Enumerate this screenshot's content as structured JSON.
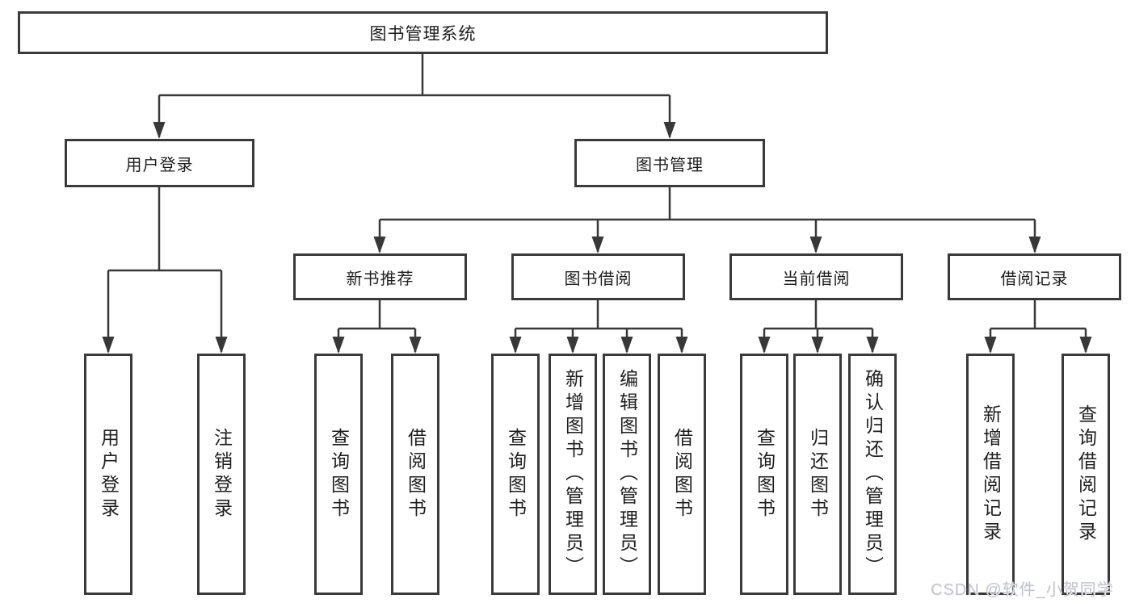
{
  "diagram": {
    "root": {
      "label": "图书管理系统"
    },
    "level2": [
      {
        "label": "用户登录"
      },
      {
        "label": "图书管理"
      }
    ],
    "level3": [
      {
        "label": "新书推荐"
      },
      {
        "label": "图书借阅"
      },
      {
        "label": "当前借阅"
      },
      {
        "label": "借阅记录"
      }
    ],
    "leaves": [
      {
        "label": "用户登录"
      },
      {
        "label": "注销登录"
      },
      {
        "label": "查询图书"
      },
      {
        "label": "借阅图书"
      },
      {
        "label": "查询图书"
      },
      {
        "label": "新增图书（管理员）"
      },
      {
        "label": "编辑图书（管理员）"
      },
      {
        "label": "借阅图书"
      },
      {
        "label": "查询图书"
      },
      {
        "label": "归还图书"
      },
      {
        "label": "确认归还（管理员）"
      },
      {
        "label": "新增借阅记录"
      },
      {
        "label": "查询借阅记录"
      }
    ],
    "watermark": "CSDN @软件_小贺同学",
    "colors": {
      "line": "#383838",
      "border": "#3a3a3a",
      "text": "#1e1e1e",
      "watermark": "#c2c5cb",
      "background": "#ffffff"
    }
  }
}
